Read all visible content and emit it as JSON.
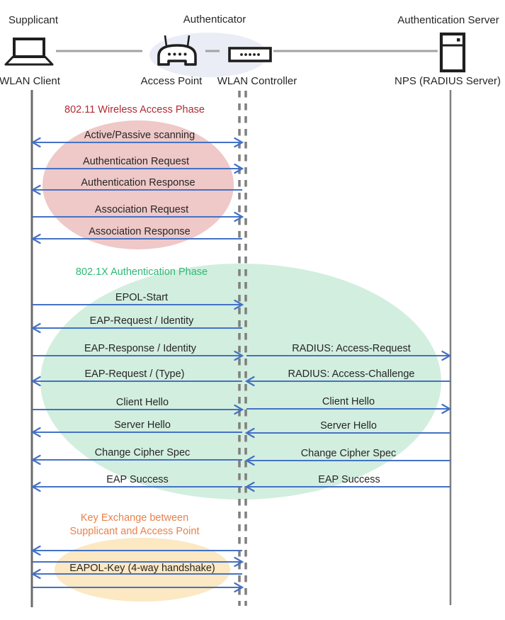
{
  "colors": {
    "arrow": "#4472C4",
    "lifeline_solid": "#6B6B6B",
    "lifeline_dashed": "#7F7F7F",
    "phase1_fill": "#EFC8C8",
    "phase2_fill": "#D2EEDF",
    "phase3_fill": "#FCE8C2",
    "header_fill": "#EAEDF6",
    "phase1_title_color": "#B02B33",
    "phase2_title_color": "#2FB873",
    "phase3_title_color": "#E8814A"
  },
  "header": {
    "roles": {
      "supplicant": "Supplicant",
      "authenticator": "Authenticator",
      "auth_server": "Authentication Server"
    },
    "devices": {
      "wlan_client": "WLAN Client",
      "access_point": "Access Point",
      "wlan_controller": "WLAN Controller",
      "nps": "NPS (RADIUS Server)"
    },
    "icons": [
      "laptop-icon",
      "access-point-icon",
      "wlan-controller-icon",
      "server-icon"
    ]
  },
  "phases": {
    "p1": {
      "title": "802.11 Wireless Access Phase"
    },
    "p2": {
      "title": "802.1X Authentication Phase"
    },
    "p3": {
      "title_line1": "Key Exchange between",
      "title_line2": "Supplicant and Access Point"
    }
  },
  "messages": {
    "client_to_controller": [
      {
        "label": "Active/Passive scanning",
        "direction": "both"
      },
      {
        "label": "Authentication Request",
        "direction": "right"
      },
      {
        "label": "Authentication Response",
        "direction": "left"
      },
      {
        "label": "Association Request",
        "direction": "right"
      },
      {
        "label": "Association Response",
        "direction": "left"
      },
      {
        "label": "EPOL-Start",
        "direction": "right"
      },
      {
        "label": "EAP-Request / Identity",
        "direction": "left"
      },
      {
        "label": "EAP-Response / Identity",
        "direction": "right"
      },
      {
        "label": "EAP-Request / (Type)",
        "direction": "left"
      },
      {
        "label": "Client Hello",
        "direction": "right"
      },
      {
        "label": "Server Hello",
        "direction": "left"
      },
      {
        "label": "Change Cipher Spec",
        "direction": "left"
      },
      {
        "label": "EAP Success",
        "direction": "left"
      },
      {
        "label": "EAPOL-Key (4-way handshake)",
        "direction": "left,right,left,right"
      }
    ],
    "controller_to_server": [
      {
        "label": "RADIUS: Access-Request",
        "direction": "right"
      },
      {
        "label": "RADIUS: Access-Challenge",
        "direction": "left"
      },
      {
        "label": "Client Hello",
        "direction": "right"
      },
      {
        "label": "Server Hello",
        "direction": "left"
      },
      {
        "label": "Change Cipher Spec",
        "direction": "left"
      },
      {
        "label": "EAP Success",
        "direction": "left"
      }
    ]
  }
}
